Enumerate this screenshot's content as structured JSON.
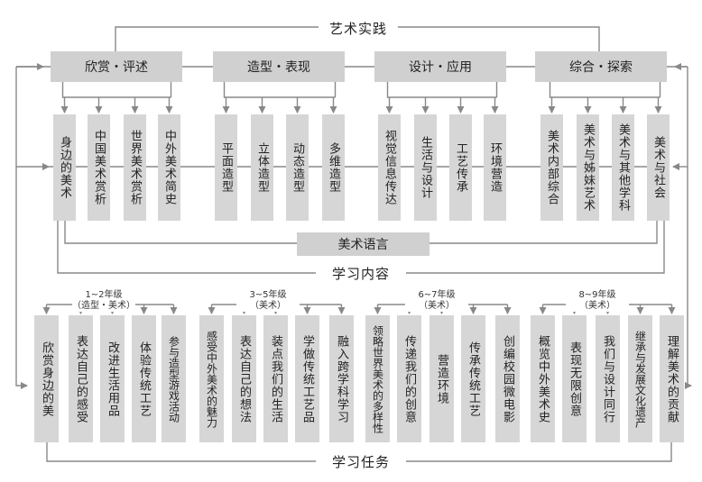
{
  "titles": {
    "top": "艺术实践",
    "language": "美术语言",
    "content": "学习内容",
    "tasks": "学习任务"
  },
  "categories": [
    {
      "label": "欣赏・评述",
      "items": [
        "身边的美术",
        "中国美术赏析",
        "世界美术赏析",
        "中外美术简史"
      ]
    },
    {
      "label": "造型・表现",
      "items": [
        "平面造型",
        "立体造型",
        "动态造型",
        "多维造型"
      ]
    },
    {
      "label": "设计・应用",
      "items": [
        "视觉信息传达",
        "生活与设计",
        "工艺传承",
        "环境营造"
      ]
    },
    {
      "label": "综合・探索",
      "items": [
        "美术内部综合",
        "美术与姊妹艺术",
        "美术与其他学科",
        "美术与社会"
      ]
    }
  ],
  "grades": [
    {
      "grade": "1~2年级",
      "scope": "（造型・美术）",
      "tasks": [
        "欣赏身边的美",
        "表达自己的感受",
        "改进生活用品",
        "体验传统工艺",
        "参与造型游戏活动"
      ]
    },
    {
      "grade": "3~5年级",
      "scope": "（美术）",
      "tasks": [
        "感受中外美术的魅力",
        "表达自己的想法",
        "装点我们的生活",
        "学做传统工艺品",
        "融入跨学科学习"
      ]
    },
    {
      "grade": "6~7年级",
      "scope": "（美术）",
      "tasks": [
        "领略世界美术的多样性",
        "传递我们的创意",
        "营造环境",
        "传承传统工艺",
        "创编校园微电影"
      ]
    },
    {
      "grade": "8~9年级",
      "scope": "（美术）",
      "tasks": [
        "概览中外美术史",
        "表现无限创意",
        "我们与设计同行",
        "继承与发展文化遗产",
        "理解美术的贡献"
      ]
    }
  ],
  "colors": {
    "box": "#d6d6d6",
    "category": "#d0d0d0",
    "line": "#888888"
  }
}
